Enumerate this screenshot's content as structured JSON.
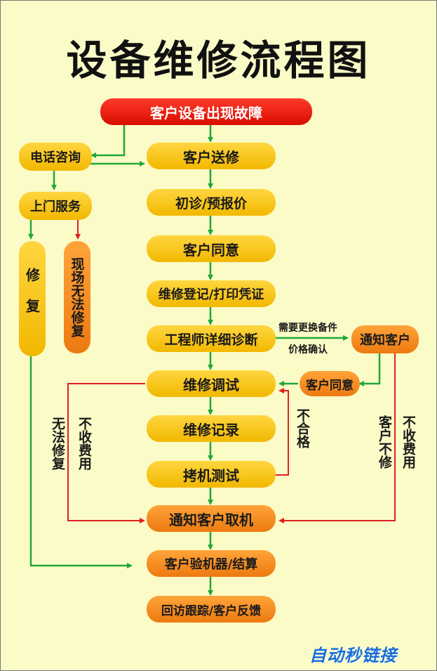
{
  "title": "设备维修流程图",
  "nodes": {
    "fault": "客户设备出现故障",
    "phone": "电话咨询",
    "send": "客户送修",
    "onsite": "上门服务",
    "diagnose": "初诊/预报价",
    "agree": "客户同意",
    "repair": "修复",
    "cannot": "现场无法修复",
    "register": "维修登记/打印凭证",
    "engineer": "工程师详细诊断",
    "notify": "通知客户",
    "debug": "维修调试",
    "agree2": "客户同意",
    "record": "维修记录",
    "test": "拷机测试",
    "pickup": "通知客户取机",
    "inspect": "客户验机器/结算",
    "feedback": "回访跟踪/客户反馈"
  },
  "labels": {
    "parts_line1": "需要更换备件",
    "parts_line2": "价格确认",
    "unqualified": "不合格",
    "cannot_fix": "无法修复",
    "no_charge": "不收费用",
    "client_no_fix": "客户不修",
    "no_charge2": "不收费用"
  },
  "watermark": "自动秒链接",
  "colors": {
    "background": "#fbfbc8",
    "yellow": "#f8c820",
    "orange": "#f59028",
    "red": "#e81a10",
    "green_arrow": "#22a838",
    "red_arrow": "#e02020"
  }
}
